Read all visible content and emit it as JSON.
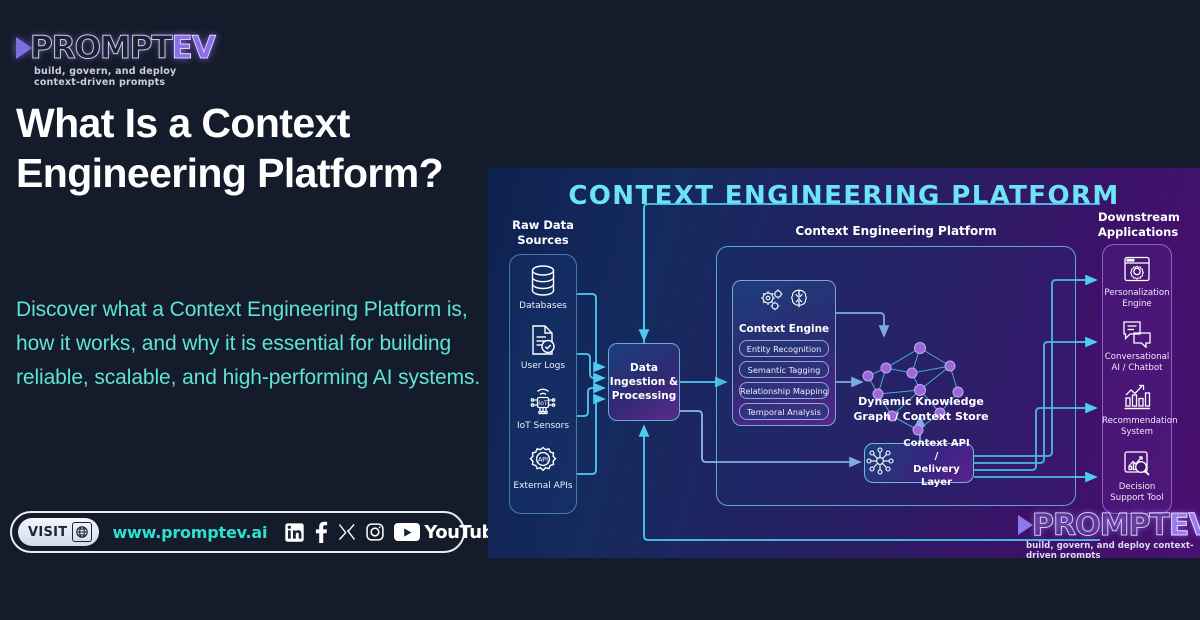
{
  "brand": {
    "name_main": "PROMPT",
    "name_accent": "EV",
    "tagline": "build, govern, and deploy context-driven prompts"
  },
  "hero": {
    "headline": "What Is a Context Engineering Platform?",
    "subhead": "Discover what a Context Engineering Platform is, how it works, and why it is essential for building reliable, scalable, and high-performing AI systems."
  },
  "footer": {
    "visit_label": "VISIT",
    "globe_icon": "globe-icon",
    "url": "www.promptev.ai",
    "socials": [
      "linkedin-icon",
      "facebook-icon",
      "x-twitter-icon",
      "instagram-icon",
      "youtube-icon"
    ],
    "youtube_label": "YouTube"
  },
  "diagram": {
    "title": "CONTEXT ENGINEERING PLATFORM",
    "columns": {
      "sources_label": "Raw Data\nSources",
      "platform_label": "Downstream\nApplications"
    },
    "sources_heading_line1": "Raw Data",
    "sources_heading_line2": "Sources",
    "downstream_heading_line1": "Downstream",
    "downstream_heading_line2": "Applications",
    "platform_heading": "Context Engineering Platform",
    "sources": [
      {
        "label": "Databases",
        "icon": "database-icon"
      },
      {
        "label": "User Logs",
        "icon": "document-check-icon"
      },
      {
        "label": "IoT Sensors",
        "icon": "iot-chip-icon"
      },
      {
        "label": "External APIs",
        "icon": "api-gear-icon"
      }
    ],
    "ingestion": {
      "line1": "Data",
      "line2": "Ingestion &",
      "line3": "Processing"
    },
    "context_engine": {
      "title": "Context Engine",
      "icon": "gears-brain-icon",
      "capabilities": [
        "Entity Recognition",
        "Semantic Tagging",
        "Relationship Mapping",
        "Temporal Analysis"
      ]
    },
    "knowledge_graph": {
      "line1": "Dynamic Knowledge",
      "line2": "Graph / Context Store",
      "icon": "network-graph-icon"
    },
    "context_api": {
      "line1": "Context API /",
      "line2": "Delivery Layer",
      "icon": "hub-nodes-icon"
    },
    "downstream": [
      {
        "label_line1": "Personalization",
        "label_line2": "Engine",
        "icon": "browser-gear-icon"
      },
      {
        "label_line1": "Conversational",
        "label_line2": "AI / Chatbot",
        "icon": "chat-bubbles-icon"
      },
      {
        "label_line1": "Recommendation",
        "label_line2": "System",
        "icon": "bar-chart-up-icon"
      },
      {
        "label_line1": "Decision",
        "label_line2": "Support Tool",
        "icon": "chart-magnifier-icon"
      }
    ]
  },
  "colors": {
    "page_bg": "#141c2b",
    "accent_teal": "#5fe3d2",
    "diagram_title": "#6de4f5",
    "diagram_left": "#0e2250",
    "diagram_right": "#4a1070",
    "connector": "#4ecbf0",
    "node_purple": "#b06ce8"
  }
}
